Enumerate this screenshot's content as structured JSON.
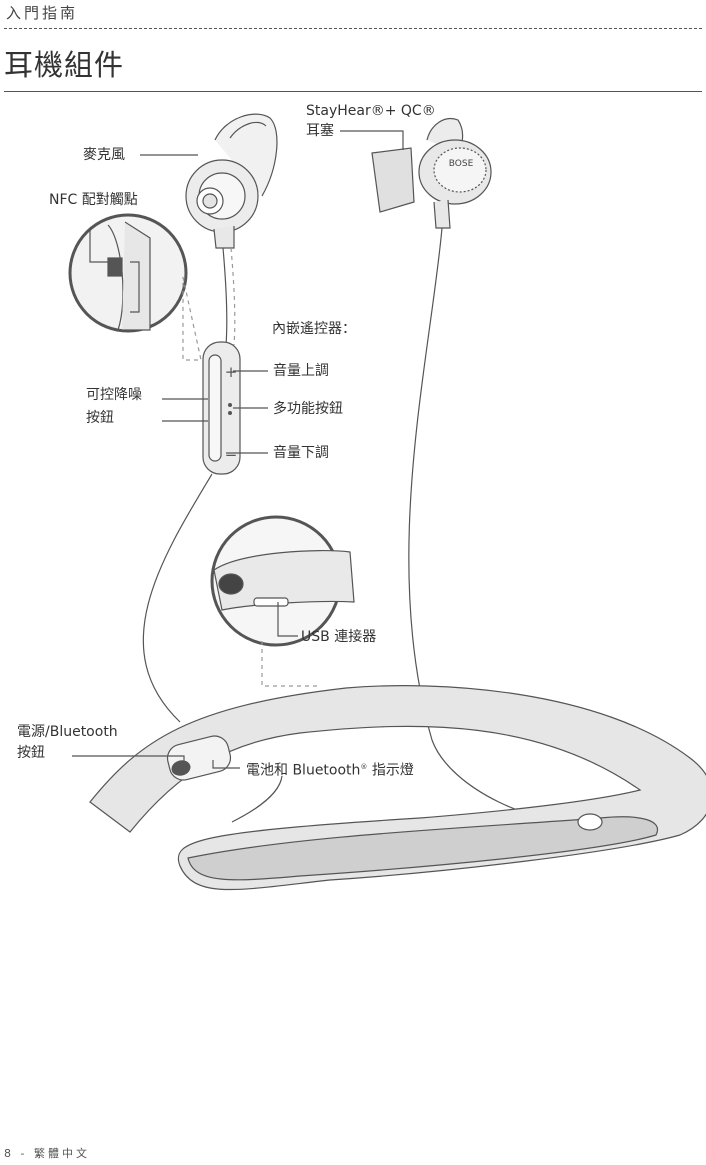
{
  "header": {
    "section": "入門指南",
    "title": "耳機組件"
  },
  "labels": {
    "microphone": "麥克風",
    "nfc": "NFC 配對觸點",
    "eartip_line1": "StayHear®+ QC®",
    "eartip_line2": "耳塞",
    "inline_remote": "內嵌遙控器：",
    "volume_up": "音量上調",
    "multifunction": "多功能按鈕",
    "volume_down": "音量下調",
    "anc_line1": "可控降噪",
    "anc_line2": "按鈕",
    "usb": "USB 連接器",
    "power_line1": "電源/Bluetooth",
    "power_line2": "按鈕",
    "indicator_prefix": "電池和 Bluetooth",
    "indicator_reg": "®",
    "indicator_suffix": " 指示燈"
  },
  "footer": {
    "page_number": "8",
    "separator": "-",
    "language": "繁體中文"
  }
}
